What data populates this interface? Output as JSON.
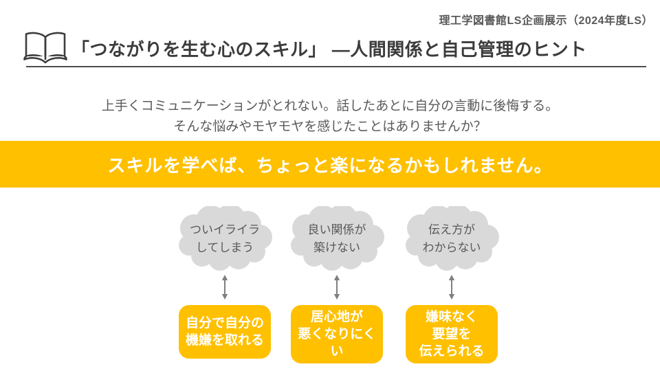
{
  "slide": {
    "meta": "理工学図書館LS企画展示（2024年度LS）",
    "header": {
      "icon": "open-book-icon",
      "title": "「つながりを生む心のスキル」 ―人間関係と自己管理のヒント"
    },
    "intro": "上手くコミュニケーションがとれない。話したあとに自分の言動に後悔する。\nそんな悩みやモヤモヤを感じたことはありませんか？",
    "banner": {
      "text": "スキルを学べば、ちょっと楽になるかもしれません。",
      "bg_color": "#FFC000",
      "text_color": "#FFFFFF"
    },
    "pairs": [
      {
        "worry": "ついイライラ\nしてしまう",
        "benefit": "自分で自分の\n機嫌を取れる"
      },
      {
        "worry": "良い関係が\n築けない",
        "benefit": "居心地が\n悪くなりにくい"
      },
      {
        "worry": "伝え方が\nわからない",
        "benefit": "嫌味なく\n要望を\n伝えられる"
      }
    ],
    "colors": {
      "accent_gold": "#FFC000",
      "cloud_gray": "#D9D9D9",
      "text_gray": "#595959",
      "title_dark": "#3B3B3B"
    }
  }
}
